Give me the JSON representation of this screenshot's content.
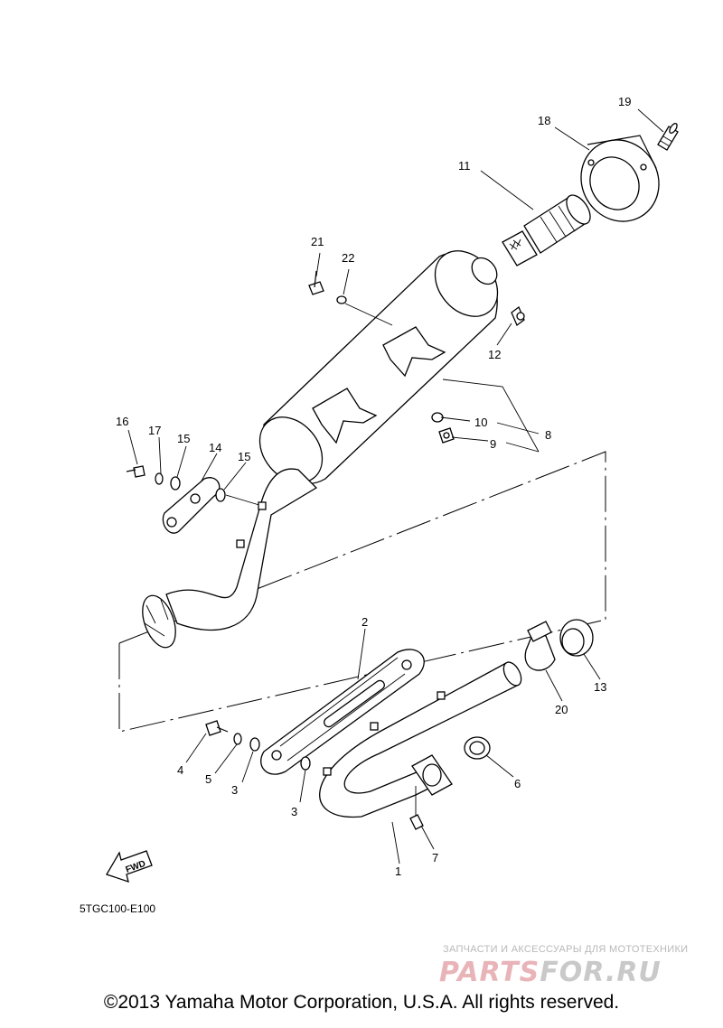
{
  "callouts": [
    {
      "id": "c1",
      "text": "1"
    },
    {
      "id": "c2",
      "text": "2"
    },
    {
      "id": "c3a",
      "text": "3"
    },
    {
      "id": "c3b",
      "text": "3"
    },
    {
      "id": "c4",
      "text": "4"
    },
    {
      "id": "c5",
      "text": "5"
    },
    {
      "id": "c6",
      "text": "6"
    },
    {
      "id": "c7",
      "text": "7"
    },
    {
      "id": "c8",
      "text": "8"
    },
    {
      "id": "c9",
      "text": "9"
    },
    {
      "id": "c10",
      "text": "10"
    },
    {
      "id": "c11",
      "text": "11"
    },
    {
      "id": "c12",
      "text": "12"
    },
    {
      "id": "c13",
      "text": "13"
    },
    {
      "id": "c14",
      "text": "14"
    },
    {
      "id": "c15a",
      "text": "15"
    },
    {
      "id": "c15b",
      "text": "15"
    },
    {
      "id": "c16",
      "text": "16"
    },
    {
      "id": "c17",
      "text": "17"
    },
    {
      "id": "c18",
      "text": "18"
    },
    {
      "id": "c19",
      "text": "19"
    },
    {
      "id": "c20",
      "text": "20"
    },
    {
      "id": "c21",
      "text": "21"
    },
    {
      "id": "c22",
      "text": "22"
    }
  ],
  "fwd_label": "FWD",
  "drawing_code": "5TGC100-E100",
  "watermark": {
    "tagline": "ЗАПЧАСТИ И АКСЕССУАРЫ ДЛЯ МОТОТЕХНИКИ",
    "logo_a": "PARTS",
    "logo_b": "FOR.RU",
    "color_a": "#e8b4b8",
    "color_b": "#c9c9c9"
  },
  "copyright": "©2013 Yamaha Motor Corporation, U.S.A. All rights reserved."
}
